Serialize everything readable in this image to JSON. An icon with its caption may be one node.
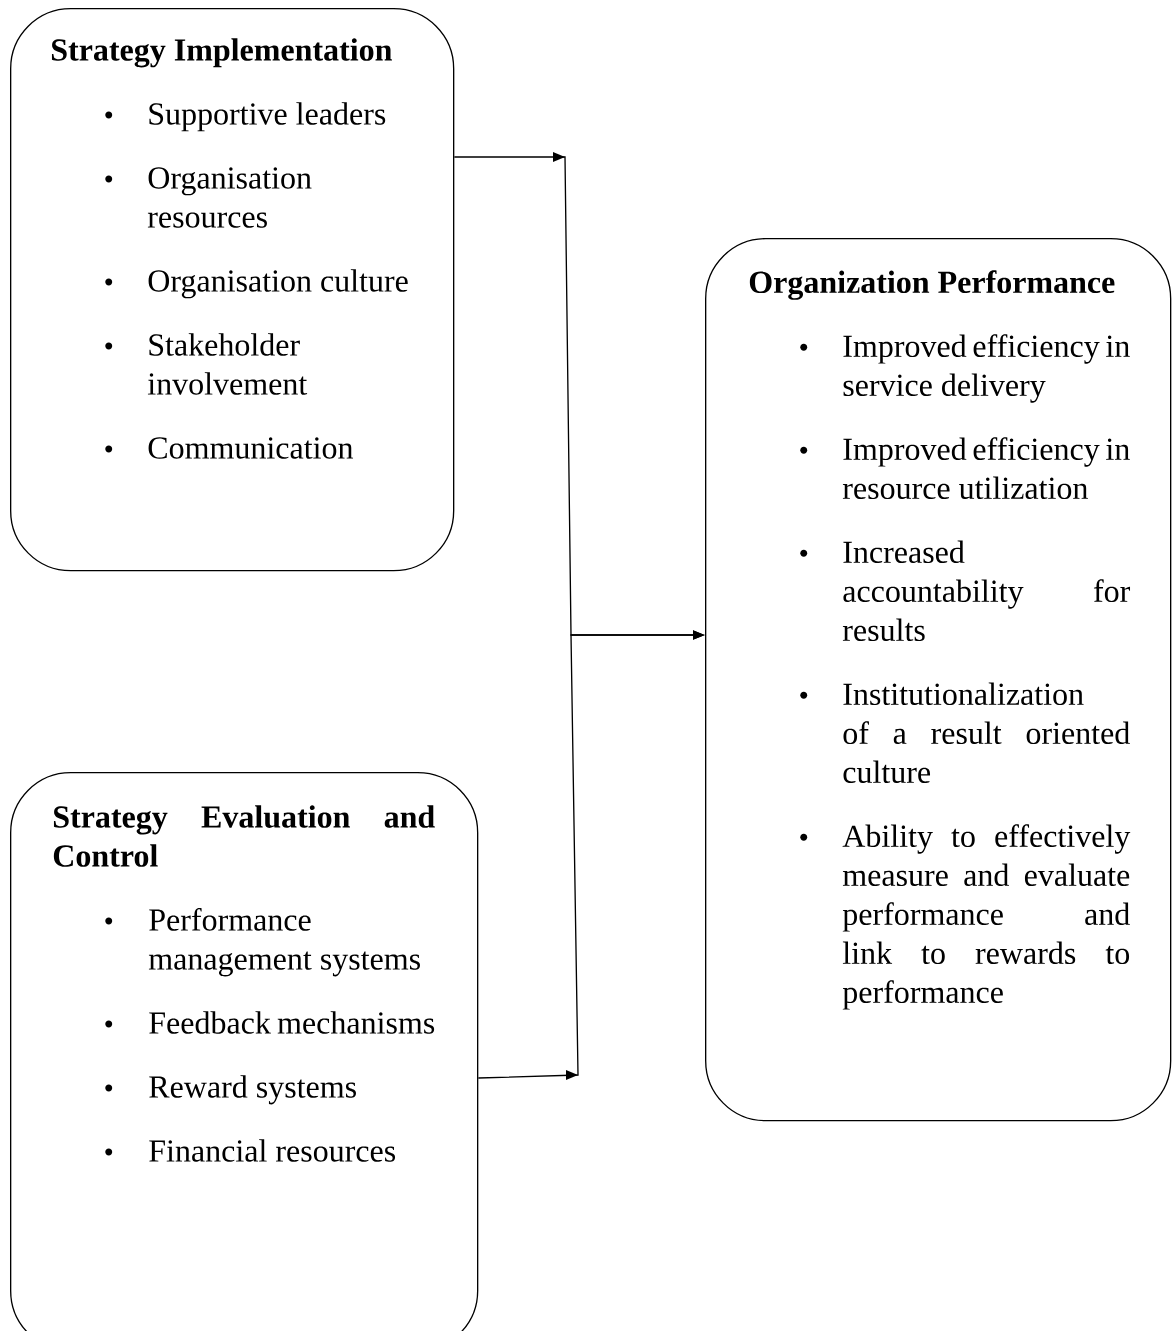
{
  "diagram": {
    "nodes": [
      {
        "text": [
          "Strategy Implementation",
          "Supportive leaders",
          "Organisation resources",
          "Organisation culture",
          "Stakeholder involvement",
          "Communication"
        ]
      },
      {
        "text": [
          "Strategy Evaluation and Control",
          "Performance management systems",
          "Feedback mechanisms",
          "Reward systems",
          "Financial resources"
        ]
      },
      {
        "text": [
          "Organization Performance",
          "Improved efficiency in service delivery",
          "Improved efficiency in resource utilization",
          "Increased accountability for results",
          "Institutionalization of a result oriented culture",
          "Ability to effectively measure and evaluate performance and link to rewards to performance"
        ]
      }
    ],
    "edges": [
      {
        "from": 0,
        "to": 2,
        "arrow": "to"
      },
      {
        "from": 1,
        "to": 2,
        "arrow": "to"
      }
    ]
  }
}
